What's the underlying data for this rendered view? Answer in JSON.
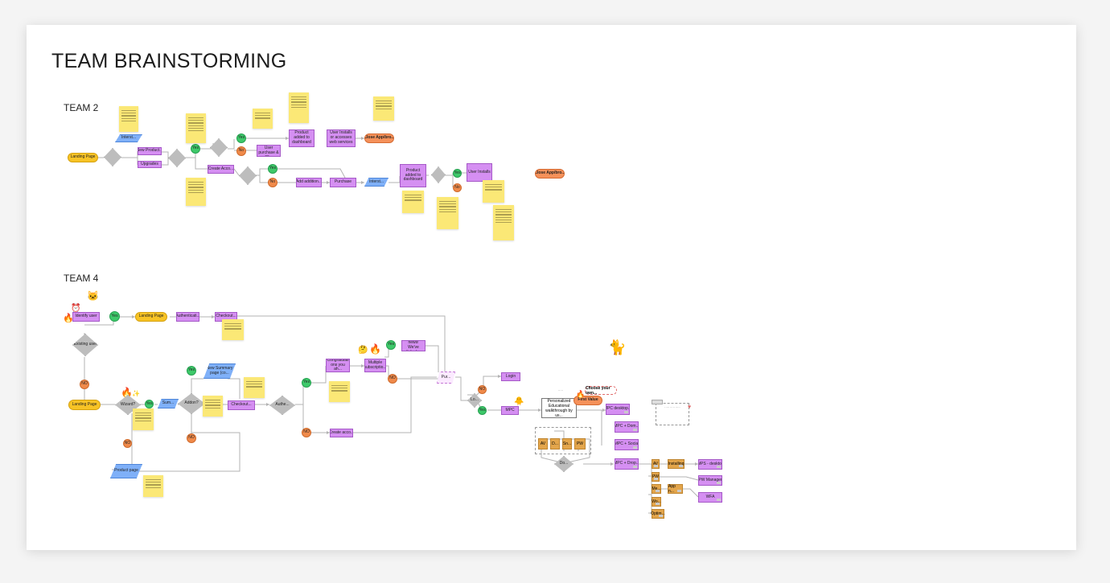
{
  "title": "TEAM BRAINSTORMING",
  "sections": {
    "team2": "TEAM 2",
    "team4": "TEAM 4"
  },
  "team2": {
    "landing_page": "Landing Page",
    "interest": "Interst...",
    "new_product": "New Product...",
    "upgrades": "Upgrades",
    "create_account": "Create Acco...",
    "update_user": "Update User purchase & ac...",
    "product_added_1": "Product added to dashboard",
    "user_installs_1": "User Installs or accesses web services",
    "close_app_1": "Close App/bro...",
    "add_addition": "Add addition...",
    "purchase": "Purchase",
    "interest_2": "Interst...",
    "product_added_2": "Product added to dashboard",
    "user_installs_2": "User Installs",
    "close_app_2": "Close App/bro...",
    "yes": "Yes",
    "no": "No"
  },
  "team4": {
    "identify_user": "Identify user",
    "existing_user": "Existing user",
    "yes": "Yes",
    "no": "NO",
    "landing_page_1": "Landing Page",
    "authentication": "Authenticati...",
    "checkout_1": "Checkout...",
    "landing_page_2": "Landing Page",
    "wizard": "Wizard?",
    "summary": "Sum...",
    "addon": "Addon?",
    "new_summary": "New Summary page (co...",
    "checkout_2": "Checkout...",
    "authe": "Authe...",
    "congrats": "Congratulati ons you ah...",
    "multiple_subs": "Multiple subscriptio...",
    "good_news": "Good news! We've linked...",
    "create_account": "Create acco...",
    "pur": "Pur...",
    "product_page": "Product page",
    "lo": "Lo...",
    "login": "Login",
    "mpc": "MPC",
    "personalized": "Personalized Educational walkthrough by us...",
    "first_value": "First Value",
    "choose": "Choose your own...",
    "mpc_desktop": "MPC desktop...",
    "mpc_dom": "MPC + Dom...",
    "mpc_social": "MPC + Social",
    "mpc_drop": "MPC + Drop...",
    "av": "AV",
    "installing": "Installing",
    "wps_desktop": "WPS - desktop",
    "pw": "PW",
    "pw_manager": "PW Manager",
    "me": "Me...",
    "app": "App n...",
    "wfa": "WFA",
    "wo": "Wo...",
    "optim": "Optim...",
    "tiles": [
      "AV",
      "D...",
      "Sn...",
      "PW"
    ],
    "dec": "Do..."
  },
  "colors": {
    "process": "#d58ff2",
    "terminal": "#f7c325",
    "io": "#7fb0f8",
    "decision": "#bdbdbd",
    "yes": "#3ec96a",
    "no": "#f08a4a",
    "sticky": "#fbe876",
    "tile": "#e3a54b"
  }
}
